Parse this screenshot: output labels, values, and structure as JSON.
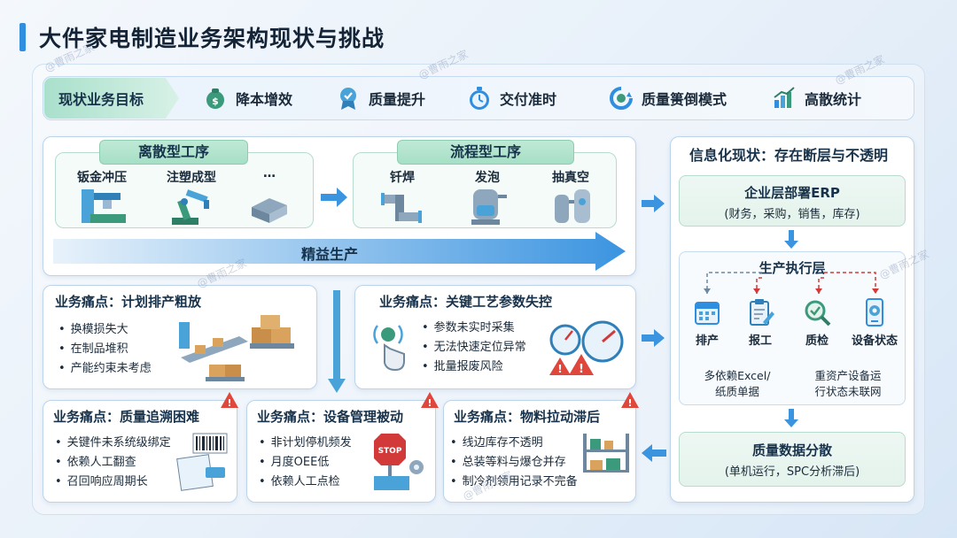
{
  "title": "大件家电制造业务架构现状与挑战",
  "goals": {
    "label": "现状业务目标",
    "items": [
      {
        "text": "降本增效",
        "icon": "money-bag-icon"
      },
      {
        "text": "质量提升",
        "icon": "quality-badge-icon"
      },
      {
        "text": "交付准时",
        "icon": "stopwatch-icon"
      },
      {
        "text": "质量篑倒模式",
        "icon": "cycle-gear-icon"
      },
      {
        "text": "高散统计",
        "icon": "bar-chart-icon"
      }
    ]
  },
  "discrete": {
    "label": "离散型工序",
    "processes": [
      "钣金冲压",
      "注塑成型",
      "…"
    ]
  },
  "flow": {
    "label": "流程型工序",
    "processes": [
      "钎焊",
      "发泡",
      "抽真空"
    ]
  },
  "lean": "精益生产",
  "pains": {
    "plan": {
      "title": "业务痛点：计划排产粗放",
      "items": [
        "换模损失大",
        "在制品堆积",
        "产能约束未考虑"
      ]
    },
    "param": {
      "title": "业务痛点：关键工艺参数失控",
      "items": [
        "参数未实时采集",
        "无法快速定位异常",
        "批量报废风险"
      ]
    },
    "trace": {
      "title": "业务痛点：质量追溯困难",
      "items": [
        "关键件未系统级绑定",
        "依赖人工翻查",
        "召回响应周期长"
      ]
    },
    "equip": {
      "title": "业务痛点：设备管理被动",
      "items": [
        "非计划停机频发",
        "月度OEE低",
        "依赖人工点检"
      ]
    },
    "material": {
      "title": "业务痛点：物料拉动滞后",
      "items": [
        "线边库存不透明",
        "总装等料与爆仓并存",
        "制冷剂领用记录不完备"
      ]
    }
  },
  "info": {
    "title": "信息化现状：存在断层与不透明",
    "erp": {
      "title": "企业层部署ERP",
      "desc": "(财务，采购，销售，库存)"
    },
    "mes": {
      "title": "生产执行层",
      "items": [
        "排产",
        "报工",
        "质检",
        "设备状态"
      ],
      "note_left": [
        "多依赖Excel/",
        "纸质单据"
      ],
      "note_right": [
        "重资产设备运",
        "行状态未联网"
      ]
    },
    "quality": {
      "title": "质量数据分散",
      "desc": "(单机运行，SPC分析滞后)"
    }
  },
  "stop_sign": "STOP",
  "watermark": "@曹雨之家"
}
